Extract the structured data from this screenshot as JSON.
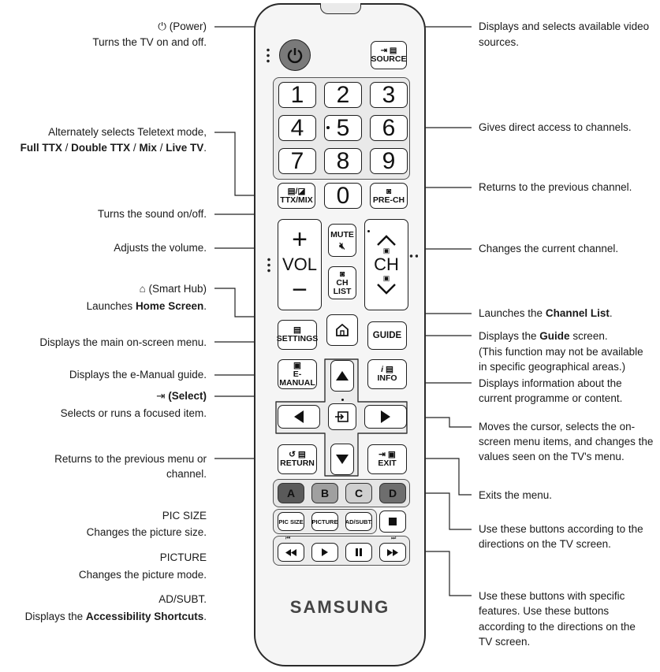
{
  "left_labels": {
    "power_title": "(Power)",
    "power_desc": "Turns the TV on and off.",
    "ttx_line1": "Alternately selects Teletext mode,",
    "ttx_line2_b1": "Full TTX",
    "ttx_line2_s1": " / ",
    "ttx_line2_b2": "Double TTX",
    "ttx_line2_s2": " / ",
    "ttx_line2_b3": "Mix",
    "ttx_line2_s3": " / ",
    "ttx_line2_b4": "Live TV",
    "ttx_line2_end": ".",
    "mute_desc": "Turns the sound on/off.",
    "vol_desc": "Adjusts the volume.",
    "home_title": "(Smart Hub)",
    "home_desc_pre": "Launches ",
    "home_desc_b": "Home Screen",
    "home_desc_end": ".",
    "settings_desc": "Displays the main on-screen menu.",
    "emanual_desc": "Displays the e-Manual guide.",
    "select_title": "(Select)",
    "select_desc": "Selects or runs a focused item.",
    "return_line1": "Returns to the previous menu or",
    "return_line2": "channel.",
    "picsize_title": "PIC SIZE",
    "picsize_desc": "Changes the picture size.",
    "picture_title": "PICTURE",
    "picture_desc": "Changes the picture mode.",
    "adsubt_title": "AD/SUBT.",
    "adsubt_desc_pre": "Displays the ",
    "adsubt_desc_b": "Accessibility Shortcuts",
    "adsubt_desc_end": "."
  },
  "right_labels": {
    "source_line1": "Displays and selects available video",
    "source_line2": "sources.",
    "numbers_desc": "Gives direct access to channels.",
    "prech_desc": "Returns to the previous channel.",
    "ch_desc": "Changes the current channel.",
    "chlist_pre": "Launches the ",
    "chlist_b": "Channel List",
    "chlist_end": ".",
    "guide_pre": "Displays the ",
    "guide_b": "Guide",
    "guide_end": " screen.",
    "guide_line2": "(This function may not be available",
    "guide_line3": "in specific geographical areas.)",
    "info_line1": "Displays information about the",
    "info_line2": "current programme or content.",
    "nav_line1": "Moves the cursor, selects the on-",
    "nav_line2": "screen menu items, and changes the",
    "nav_line3": "values seen on the TV's menu.",
    "exit_desc": "Exits the menu.",
    "color_line1": "Use these buttons according to the",
    "color_line2": "directions on the TV screen.",
    "media_line1": "Use these buttons with specific",
    "media_line2": "features. Use these buttons",
    "media_line3": "according to the directions on the",
    "media_line4": "TV screen."
  },
  "remote": {
    "source": "SOURCE",
    "digits": [
      "1",
      "2",
      "3",
      "4",
      "5",
      "6",
      "7",
      "8",
      "9",
      "0"
    ],
    "ttx": "TTX/MIX",
    "prech": "PRE-CH",
    "mute": "MUTE",
    "vol": "VOL",
    "ch": "CH",
    "ch_list_1": "CH",
    "ch_list_2": "LIST",
    "settings": "SETTINGS",
    "guide": "GUIDE",
    "emanual": "E-MANUAL",
    "info": "INFO",
    "return": "RETURN",
    "exit": "EXIT",
    "color_a": "A",
    "color_b": "B",
    "color_c": "C",
    "color_d": "D",
    "picsize": "PIC SIZE",
    "picture": "PICTURE",
    "adsubt": "AD/SUBT.",
    "brand": "SAMSUNG"
  },
  "colors": {
    "outline": "#1e1e1e",
    "remote_body": "#f5f5f5",
    "color_a": "#5a5a5a",
    "color_b": "#9a9a9a",
    "color_c": "#c8c8c8",
    "color_d": "#6e6e6e"
  }
}
